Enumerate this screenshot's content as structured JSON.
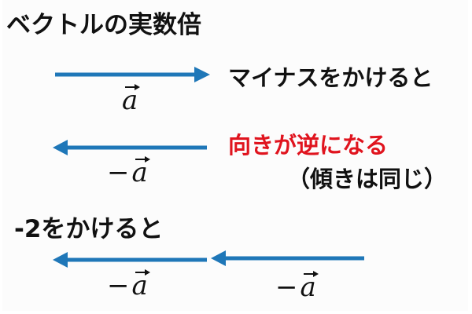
{
  "title": "ベクトルの実数倍",
  "annotations": {
    "multiply_negative": "マイナスをかけると",
    "direction_reversed": "向きが逆になる",
    "slope_same": "（傾きは同じ）",
    "multiply_minus_two": "-2をかけると"
  },
  "vectors": {
    "a": {
      "symbol": "a",
      "prefix": ""
    },
    "neg_a": {
      "symbol": "a",
      "prefix": "−"
    },
    "neg_a_1": {
      "symbol": "a",
      "prefix": "−"
    },
    "neg_a_2": {
      "symbol": "a",
      "prefix": "−"
    }
  },
  "colors": {
    "arrow": "#1f77b8",
    "highlight": "#e0141e",
    "text": "#111111"
  }
}
